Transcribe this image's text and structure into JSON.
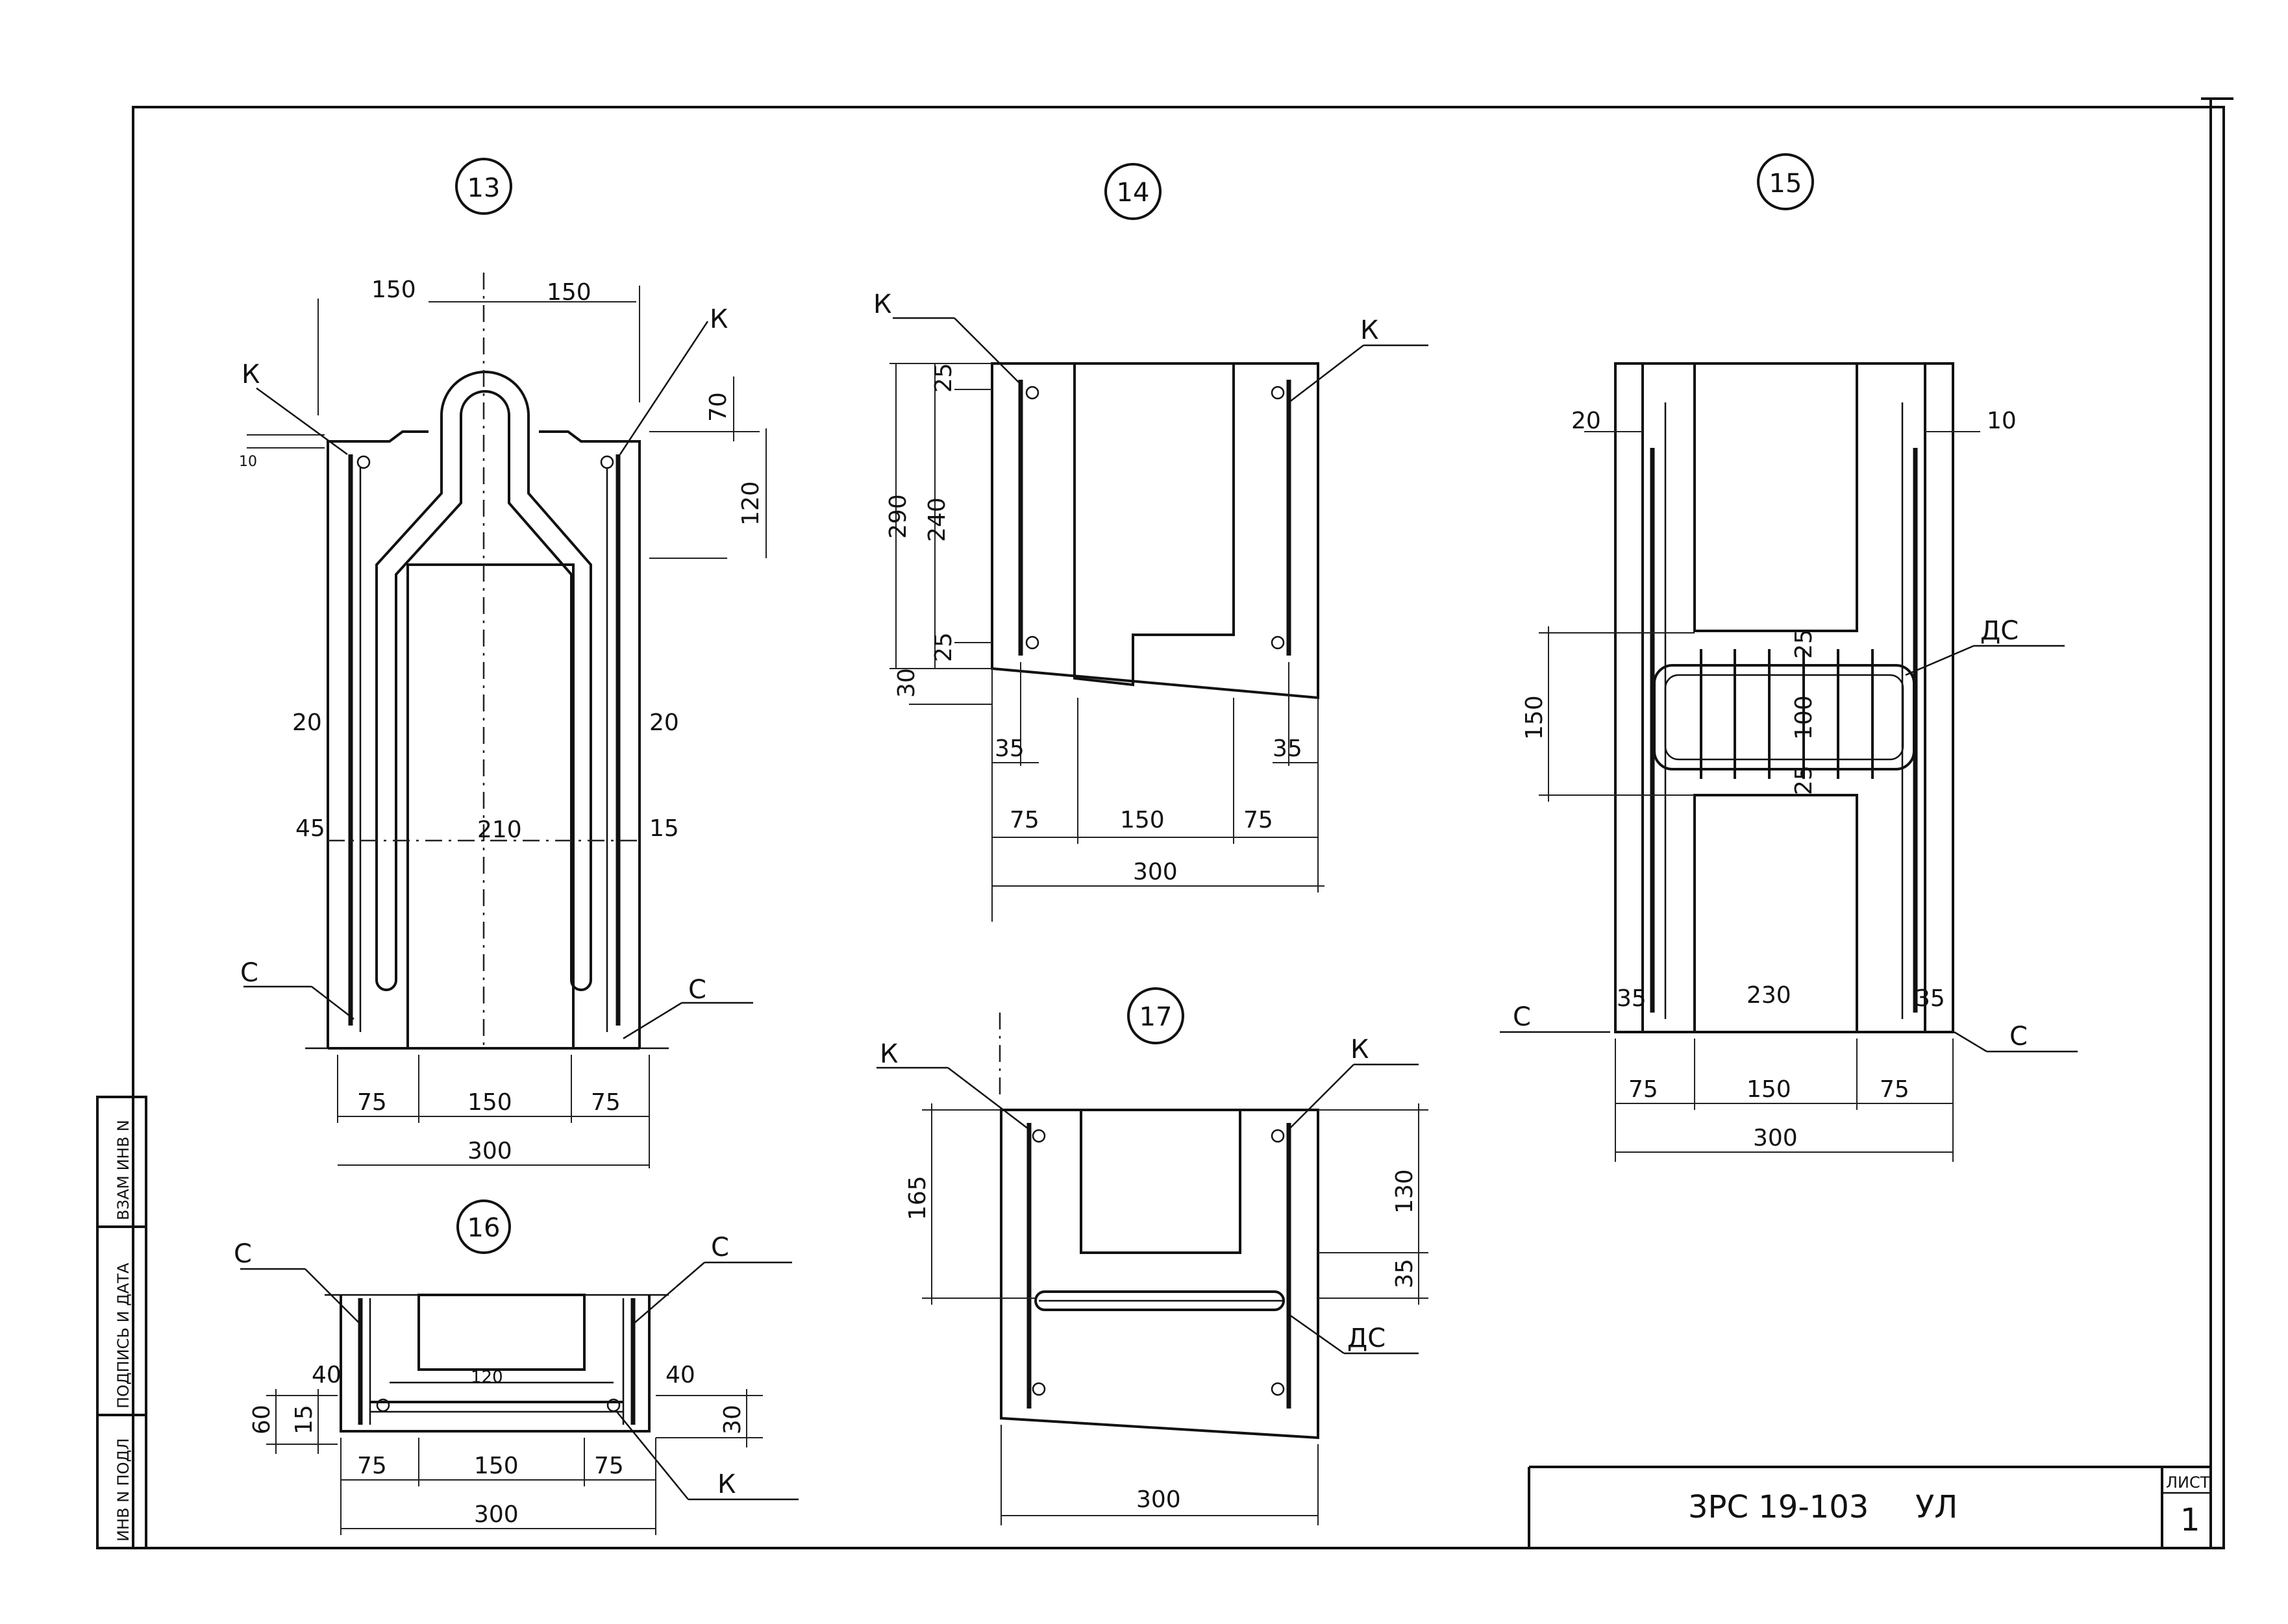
{
  "sheet": {
    "code": "3РС 19-103",
    "doc_type": "УЛ",
    "sheet_label": "ЛИСТ",
    "sheet_number": "1",
    "side_stamp": [
      "ИНВ N ПОДЛ",
      "ПОДПИСЬ И ДАТА",
      "ВЗАМ ИНВ N"
    ]
  },
  "views": {
    "v13": {
      "number": "13",
      "marks": {
        "k": "К",
        "c": "С"
      },
      "dims": [
        "150",
        "150",
        "70",
        "120",
        "10",
        "20",
        "20",
        "45",
        "15",
        "210",
        "75",
        "150",
        "75",
        "300"
      ]
    },
    "v14": {
      "number": "14",
      "marks": {
        "k": "К"
      },
      "dims": [
        "25",
        "290",
        "240",
        "25",
        "30",
        "35",
        "35",
        "75",
        "150",
        "75",
        "300"
      ]
    },
    "v15": {
      "number": "15",
      "marks": {
        "c": "С",
        "dc": "ДС"
      },
      "dims": [
        "20",
        "10",
        "150",
        "25",
        "100",
        "25",
        "35",
        "230",
        "35",
        "75",
        "150",
        "75",
        "300"
      ]
    },
    "v16": {
      "number": "16",
      "marks": {
        "c": "С",
        "k": "К"
      },
      "dims": [
        "40",
        "40",
        "120",
        "60",
        "15",
        "30",
        "75",
        "150",
        "75",
        "300"
      ]
    },
    "v17": {
      "number": "17",
      "marks": {
        "k": "К",
        "dc": "ДС"
      },
      "dims": [
        "165",
        "130",
        "35",
        "300"
      ]
    }
  }
}
